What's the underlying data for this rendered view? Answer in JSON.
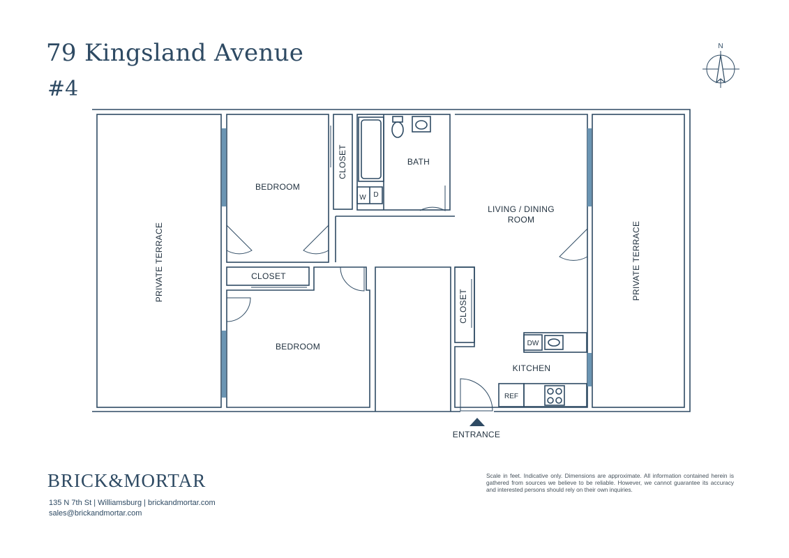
{
  "header": {
    "title": "79 Kingsland Avenue",
    "unit": "#4"
  },
  "compass": {
    "label": "N"
  },
  "rooms": {
    "terrace_left": "PRIVATE TERRACE",
    "terrace_right": "PRIVATE TERRACE",
    "bedroom_top": "BEDROOM",
    "bedroom_bottom": "BEDROOM",
    "closet_top": "CLOSET",
    "closet_mid": "CLOSET",
    "closet_kitchen": "CLOSET",
    "bath": "BATH",
    "washer": "W",
    "dryer": "D",
    "living_line1": "LIVING / DINING",
    "living_line2": "ROOM",
    "kitchen": "KITCHEN",
    "dishwasher": "DW",
    "refrigerator": "REF",
    "entrance": "ENTRANCE"
  },
  "footer": {
    "logo": "BRICK&MORTAR",
    "address": "135 N 7th St | Williamsburg | brickandmortar.com",
    "email": "sales@brickandmortar.com",
    "disclaimer": "Scale in feet. Indicative only. Dimensions are approximate. All information contained herein is gathered from sources we believe to be reliable. However, we cannot guarantee its accuracy and interested persons should rely on their own inquiries."
  },
  "colors": {
    "wall": "#2e4a63",
    "window": "#6b95b3",
    "text": "#2e4a63"
  }
}
